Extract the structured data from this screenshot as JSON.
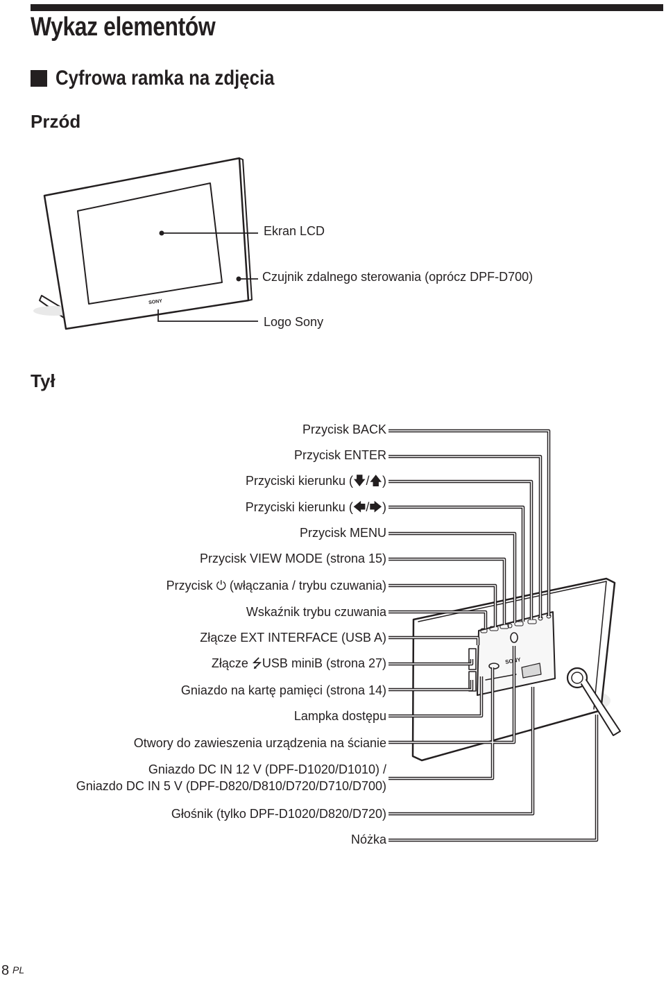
{
  "page": {
    "title": "Wykaz elementów",
    "section_title": "Cyfrowa ramka na zdjęcia",
    "page_number": "8",
    "page_lang": "PL"
  },
  "front": {
    "heading": "Przód",
    "device_logo": "SONY",
    "labels": [
      "Ekran LCD",
      "Czujnik zdalnego sterowania (oprócz DPF-D700)",
      "Logo Sony"
    ]
  },
  "back": {
    "heading": "Tył",
    "device_logo": "SONY",
    "labels": [
      "Przycisk BACK",
      "Przycisk ENTER",
      "Przyciski kierunku (🡇/🡅)",
      "Przyciski kierunku (🡄/🡆)",
      "Przycisk MENU",
      "Przycisk VIEW MODE (strona 15)",
      "Przycisk ⏻ (włączania / trybu czuwania)",
      "Wskaźnik trybu czuwania",
      "Złącze EXT INTERFACE (USB A)",
      "Złącze ⭍USB miniB (strona 27)",
      "Gniazdo na kartę pamięci (strona 14)",
      "Lampka dostępu",
      "Otwory do zawieszenia urządzenia na ścianie",
      "Gniazdo DC IN 12 V (DPF-D1020/D1010) /",
      "Gniazdo DC IN 5 V (DPF-D820/D810/D720/D710/D700)",
      "Głośnik (tylko DPF-D1020/D820/D720)",
      "Nóżka"
    ]
  }
}
